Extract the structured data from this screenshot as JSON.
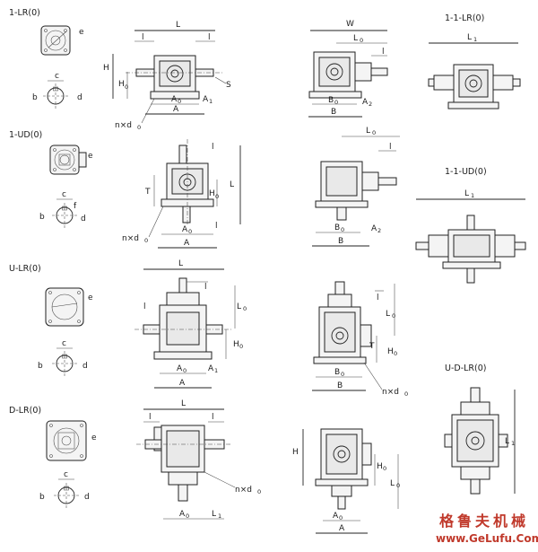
{
  "sections": {
    "lr": "1-LR(0)",
    "ud": "1-UD(0)",
    "ulr": "U-LR(0)",
    "dlr": "D-LR(0)",
    "lr1": "1-1-LR(0)",
    "ud1": "1-1-UD(0)",
    "udlr": "U-D-LR(0)"
  },
  "dims": {
    "L": "L",
    "l": "l",
    "H": "H",
    "H0": "H",
    "A0": "A",
    "A": "A",
    "A1": "A",
    "A2": "A",
    "S": "S",
    "nd0": "n×d",
    "e": "e",
    "c": "c",
    "b": "b",
    "d": "d",
    "f": "f",
    "T": "T",
    "W": "W",
    "L0": "L",
    "B0": "B",
    "B": "B",
    "L1": "L",
    "sub0": "0",
    "sub1": "1",
    "sub2": "2"
  },
  "watermark": {
    "chinese": "格鲁夫机械",
    "url": "www.GeLufu.Com"
  }
}
